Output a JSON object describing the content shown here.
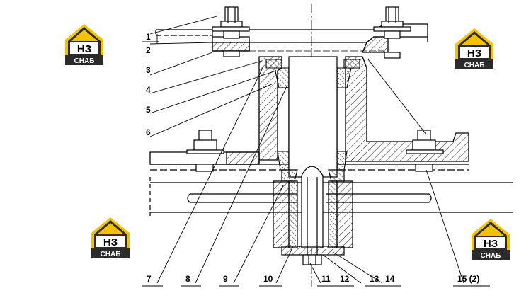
{
  "logo": {
    "main": "НЗ",
    "sub": "СНАБ",
    "accent": "#f2c200",
    "dark": "#2b2b2b"
  },
  "callouts": {
    "c1": "1",
    "c2": "2",
    "c3": "3",
    "c4": "4",
    "c5": "5",
    "c6": "6",
    "c7": "7",
    "c8": "8",
    "c9": "9",
    "c10": "10",
    "c11": "11",
    "c12": "12",
    "c13": "13",
    "c14": "14",
    "c15": "15 (2)"
  }
}
